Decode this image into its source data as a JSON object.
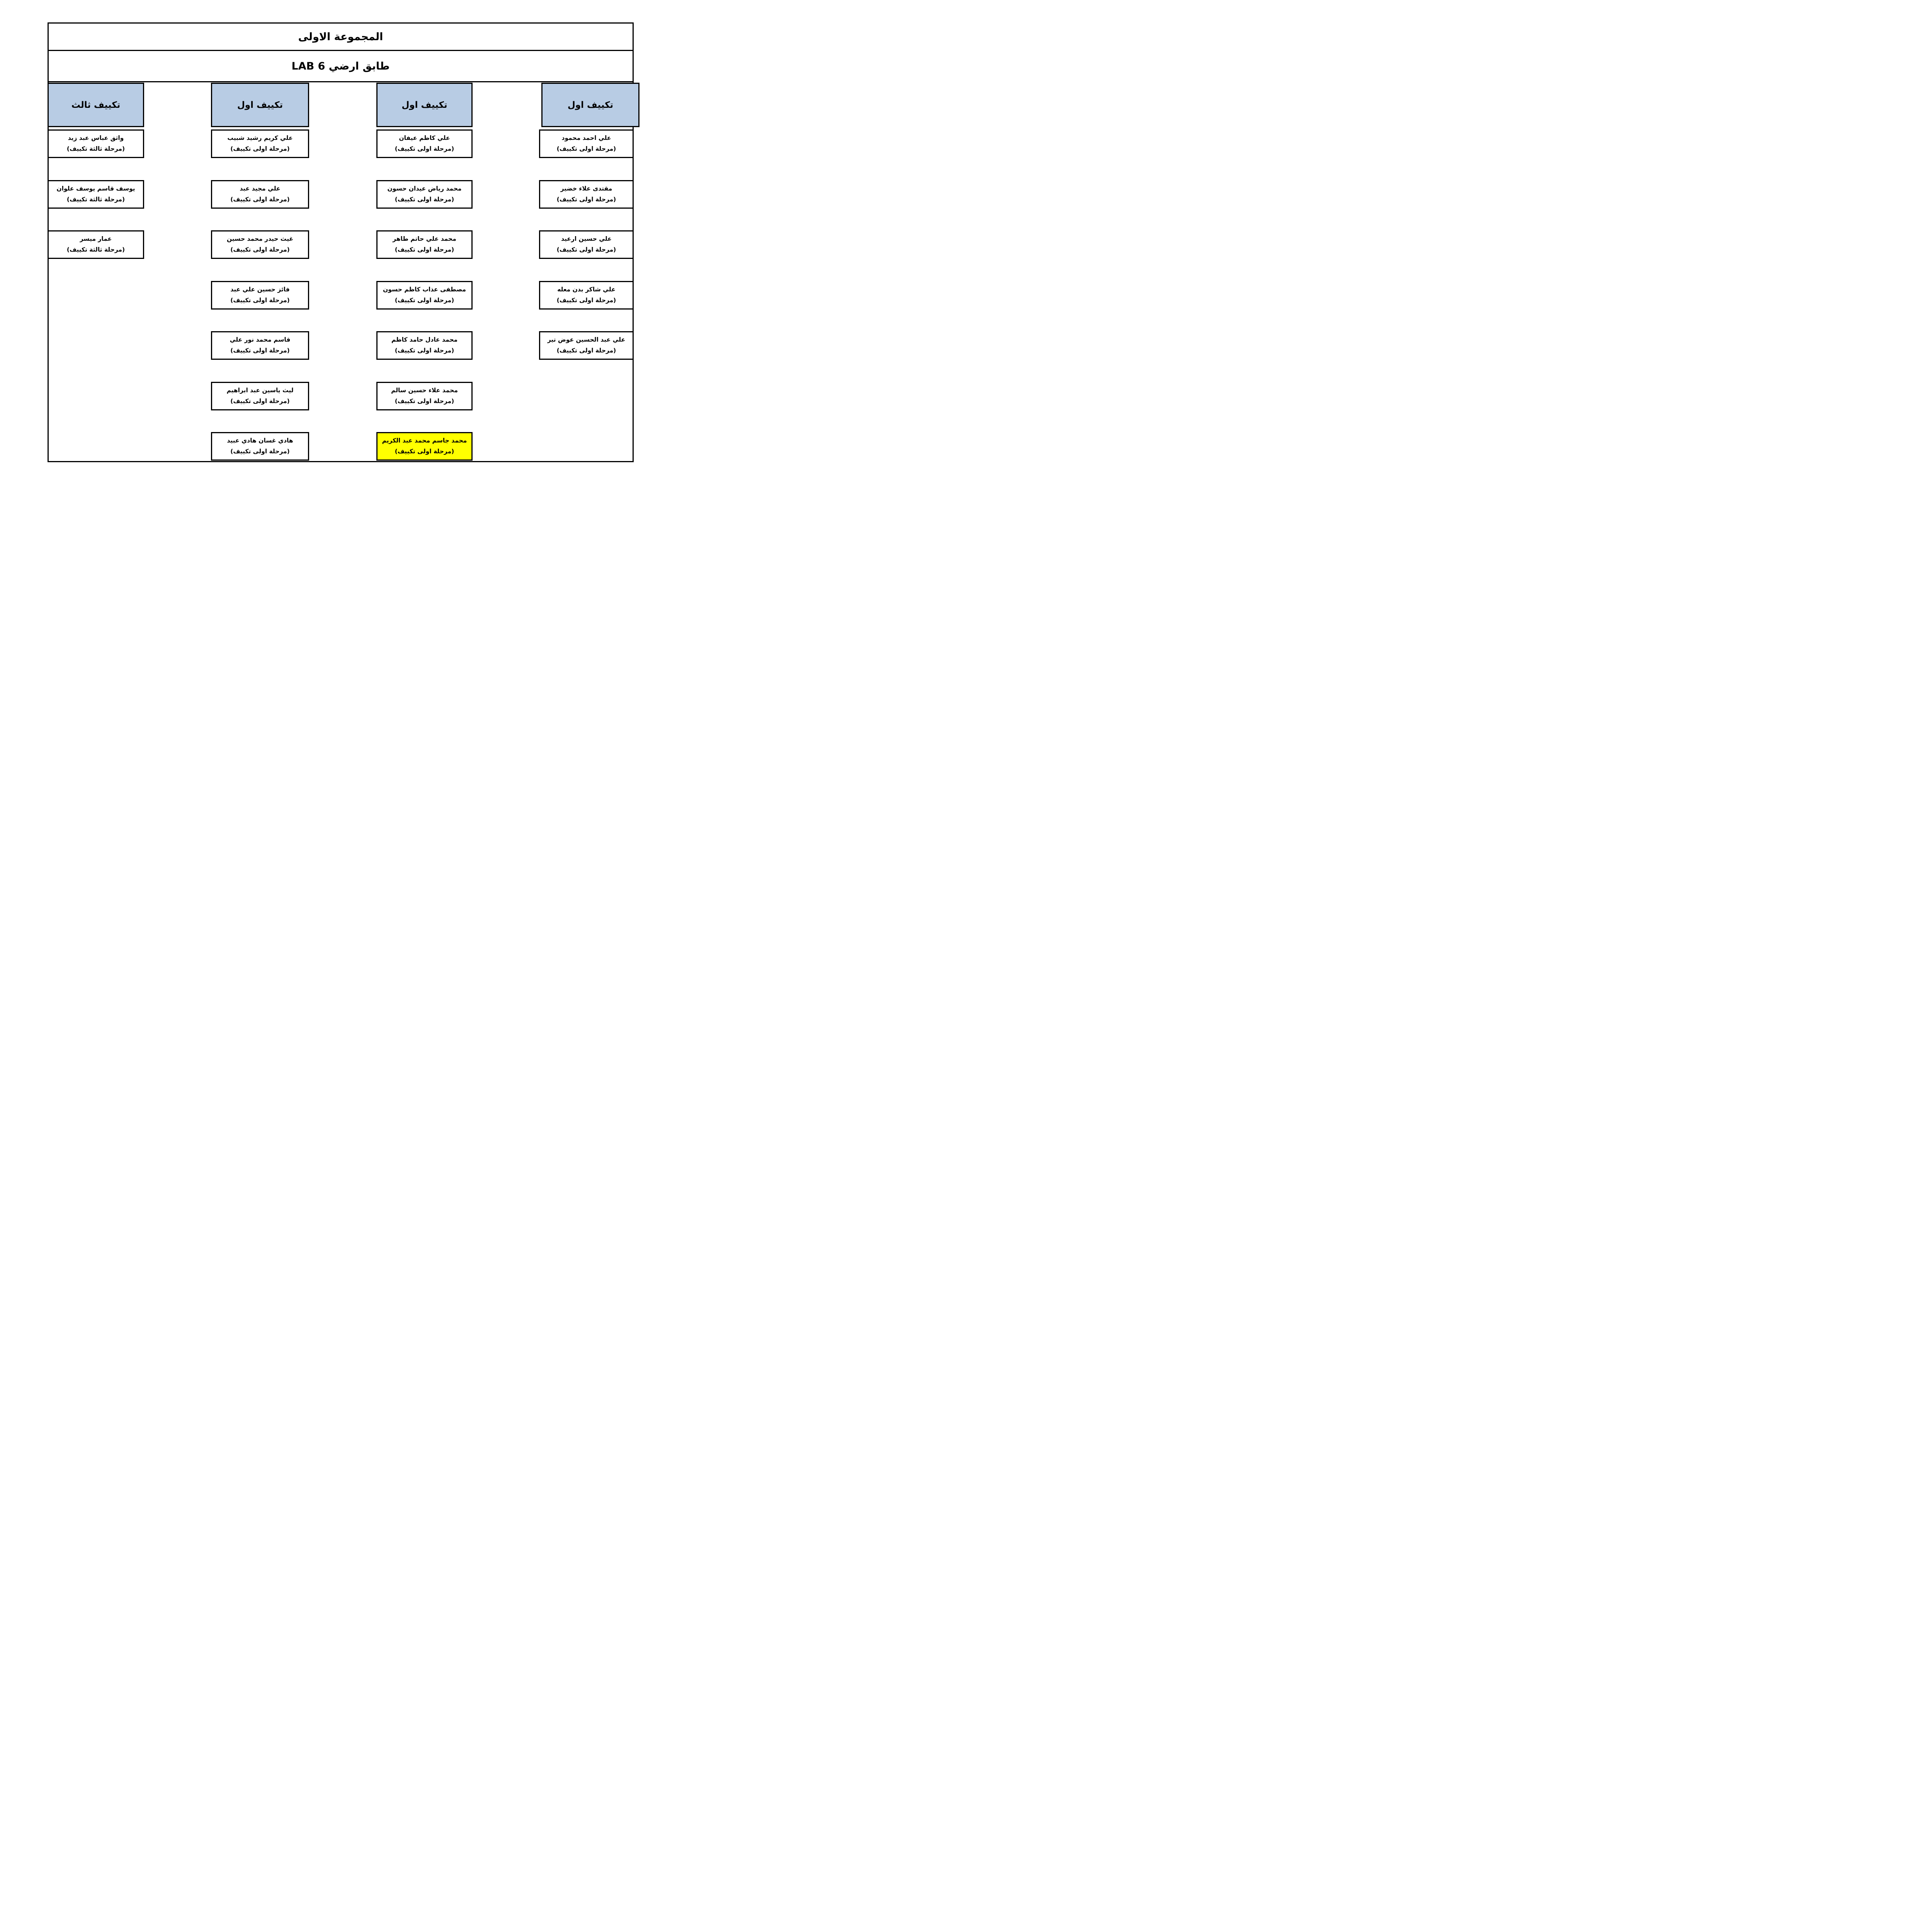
{
  "page": {
    "title": "المجموعة الاولى",
    "subtitle": "طابق ارضي LAB 6"
  },
  "colors": {
    "page_bg": "#FFFFFF",
    "border": "#000000",
    "header_bg": "#B8CCE4",
    "highlight_bg": "#FFFF00",
    "text": "#000000"
  },
  "columns": [
    {
      "header": "تكييف ثالث",
      "students": [
        {
          "row": 1,
          "name": "واثق عباس عبد زيد",
          "stage": "(مرحلة ثالثة تكييف)",
          "highlight": false
        },
        {
          "row": 2,
          "name": "يوسف قاسم يوسف علوان",
          "stage": "(مرحلة ثالثة تكييف)",
          "highlight": false
        },
        {
          "row": 3,
          "name": "عمار ميسر",
          "stage": "(مرحلة ثالثة تكييف)",
          "highlight": false
        }
      ]
    },
    {
      "header": "تكييف اول",
      "students": [
        {
          "row": 1,
          "name": "علي كريم رشيد شبيب",
          "stage": "(مرحلة اولى تكييف)",
          "highlight": false
        },
        {
          "row": 2,
          "name": "علي مجيد عبد",
          "stage": "(مرحلة اولى تكييف)",
          "highlight": false
        },
        {
          "row": 3,
          "name": "غيث حيدر محمد حسين",
          "stage": "(مرحلة اولى تكييف)",
          "highlight": false
        },
        {
          "row": 4,
          "name": "فائز حسين علي عبد",
          "stage": "(مرحلة اولى تكييف)",
          "highlight": false
        },
        {
          "row": 5,
          "name": "قاسم محمد نور علي",
          "stage": "(مرحلة اولى تكييف)",
          "highlight": false
        },
        {
          "row": 6,
          "name": "ليث ياسين عبد ابراهيم",
          "stage": "(مرحلة اولى تكييف)",
          "highlight": false
        },
        {
          "row": 7,
          "name": "هادي غسان هادي عبيد",
          "stage": "(مرحلة اولى تكييف)",
          "highlight": false
        }
      ]
    },
    {
      "header": "تكييف اول",
      "students": [
        {
          "row": 1,
          "name": "علي كاظم عيفان",
          "stage": "(مرحلة اولى تكييف)",
          "highlight": false
        },
        {
          "row": 2,
          "name": "محمد رياض عيدان حسون",
          "stage": "(مرحلة اولى تكييف)",
          "highlight": false
        },
        {
          "row": 3,
          "name": "محمد علي حاتم طاهر",
          "stage": "(مرحلة اولى تكييف)",
          "highlight": false
        },
        {
          "row": 4,
          "name": "مصطفى عذاب كاظم حسون",
          "stage": "(مرحلة اولى تكييف)",
          "highlight": false
        },
        {
          "row": 5,
          "name": "محمد عادل حامد كاظم",
          "stage": "(مرحلة اولى تكييف)",
          "highlight": false
        },
        {
          "row": 6,
          "name": "محمد علاء حسين سالم",
          "stage": "(مرحلة اولى تكييف)",
          "highlight": false
        },
        {
          "row": 7,
          "name": "محمد جاسم محمد عبد الكريم",
          "stage": "(مرحلة اولى تكييف)",
          "highlight": true
        }
      ]
    },
    {
      "header": "تكييف اول",
      "students": [
        {
          "row": 1,
          "name": "علي احمد محمود",
          "stage": "(مرحلة اولى تكييف)",
          "highlight": false
        },
        {
          "row": 2,
          "name": "مقتدى علاء خضير",
          "stage": "(مرحلة اولى تكييف)",
          "highlight": false
        },
        {
          "row": 3,
          "name": "علي حسين ارعيد",
          "stage": "(مرحلة اولى تكييف)",
          "highlight": false
        },
        {
          "row": 4,
          "name": "علي شاكر بدن معله",
          "stage": "(مرحلة اولى تكييف)",
          "highlight": false
        },
        {
          "row": 5,
          "name": "علي عبد الحسين عوض تير",
          "stage": "(مرحلة اولى تكييف)",
          "highlight": false
        }
      ]
    }
  ]
}
